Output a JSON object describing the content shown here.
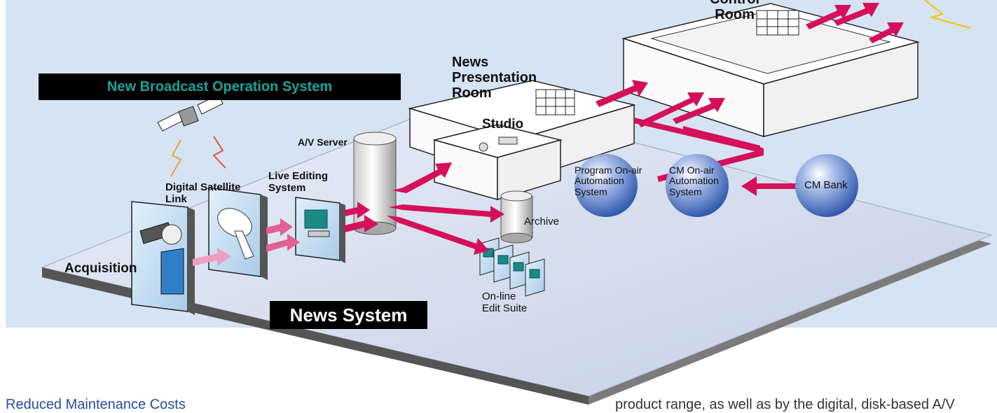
{
  "title_box": "New Broadcast Operation System",
  "system_box": "News System",
  "labels": {
    "control_room": "Control\nRoom",
    "news_presentation": "News\nPresentation\nRoom",
    "studio": "Studio",
    "av_server": "A/V Server",
    "live_editing": "Live Editing\nSystem",
    "digital_satellite": "Digital Satellite\nLink",
    "acquisition": "Acquisition",
    "archive": "Archive",
    "online_edit": "On-line\nEdit Suite",
    "program_onair": "Program On-air\nAutomation\nSystem",
    "cm_onair": "CM On-air\nAutomation\nSystem",
    "cm_bank": "CM Bank"
  },
  "footer": {
    "left_heading": "Reduced Maintenance Costs",
    "right_text": "product range, as well as by the digital, disk-based A/V"
  },
  "colors": {
    "background_panel": "#d6e3f3",
    "arrow": "#d4105a",
    "arrow_light": "#f0a0bf",
    "sphere": "#3a62b8",
    "title_text": "#1aa39a",
    "footer_heading": "#2a4aa0"
  }
}
